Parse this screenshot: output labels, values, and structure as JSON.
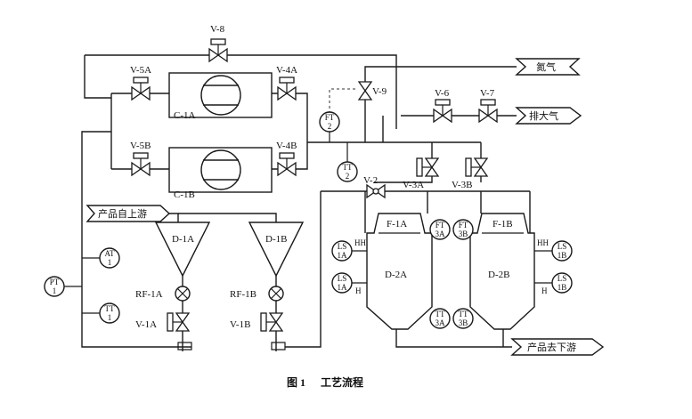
{
  "caption": {
    "figure_no": "图 1",
    "title": "工艺流程"
  },
  "arrows": {
    "nitrogen": "氮气",
    "vent": "排大气",
    "product_in": "产品自上游",
    "product_out": "产品去下游"
  },
  "valves": {
    "v8": "V-8",
    "v5a": "V-5A",
    "v4a": "V-4A",
    "v5b": "V-5B",
    "v4b": "V-4B",
    "v9": "V-9",
    "v6": "V-6",
    "v7": "V-7",
    "v2": "V-2",
    "v3a": "V-3A",
    "v3b": "V-3B",
    "v1a": "V-1A",
    "v1b": "V-1B"
  },
  "equipment": {
    "c1a": "C-1A",
    "c1b": "C-1B",
    "d1a": "D-1A",
    "d1b": "D-1B",
    "d2a": "D-2A",
    "d2b": "D-2B",
    "f1a": "F-1A",
    "f1b": "F-1B",
    "rf1a": "RF-1A",
    "rf1b": "RF-1B"
  },
  "instruments": {
    "ft2": {
      "top": "FT",
      "bot": "2"
    },
    "tt2": {
      "top": "TT",
      "bot": "2"
    },
    "at1": {
      "top": "AT",
      "bot": "1"
    },
    "pt1": {
      "top": "PT",
      "bot": "1"
    },
    "tt1": {
      "top": "TT",
      "bot": "1"
    },
    "ft3a": {
      "top": "FT",
      "bot": "3A"
    },
    "ft3b": {
      "top": "FT",
      "bot": "3B"
    },
    "tt3a": {
      "top": "TT",
      "bot": "3A"
    },
    "tt3b": {
      "top": "TT",
      "bot": "3B"
    },
    "ls1a_hh": {
      "top": "LS",
      "bot": "1A"
    },
    "ls1a_h": {
      "top": "LS",
      "bot": "1A"
    },
    "ls1b_hh": {
      "top": "LS",
      "bot": "1B"
    },
    "ls1b_h": {
      "top": "LS",
      "bot": "1B"
    }
  },
  "levels": {
    "hh": "HH",
    "h": "H"
  }
}
